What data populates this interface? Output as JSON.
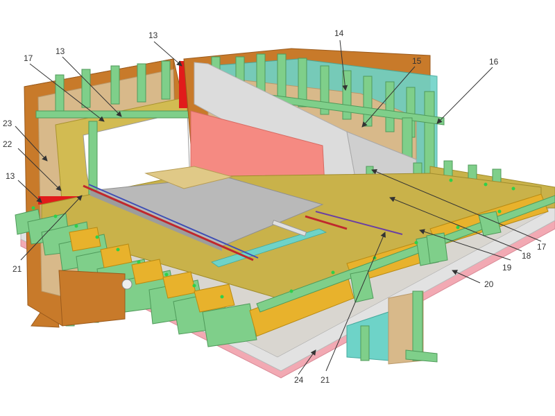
{
  "diagram": {
    "colors": {
      "osb": "#c9b24a",
      "batten": "#7fcf8a",
      "battenEdge": "#4f9a5a",
      "insulation": "#e8b22c",
      "gypsum": "#dcdcdc",
      "pinkBoard": "#f0a6b0",
      "redBoard": "#f58a82",
      "membrane": "#6ed3c8",
      "redFoil": "#e11b1b",
      "fiberBoard": "#c87a2a",
      "screed": "#b9b9b9",
      "gravel": "#d9d6d0"
    },
    "callouts": [
      {
        "id": "c13a",
        "label": "13"
      },
      {
        "id": "c13b",
        "label": "13"
      },
      {
        "id": "c13c",
        "label": "13"
      },
      {
        "id": "c14",
        "label": "14"
      },
      {
        "id": "c15",
        "label": "15"
      },
      {
        "id": "c16",
        "label": "16"
      },
      {
        "id": "c17a",
        "label": "17"
      },
      {
        "id": "c17b",
        "label": "17"
      },
      {
        "id": "c18",
        "label": "18"
      },
      {
        "id": "c19",
        "label": "19"
      },
      {
        "id": "c20",
        "label": "20"
      },
      {
        "id": "c21a",
        "label": "21"
      },
      {
        "id": "c21b",
        "label": "21"
      },
      {
        "id": "c22",
        "label": "22"
      },
      {
        "id": "c23",
        "label": "23"
      },
      {
        "id": "c24",
        "label": "24"
      }
    ]
  }
}
